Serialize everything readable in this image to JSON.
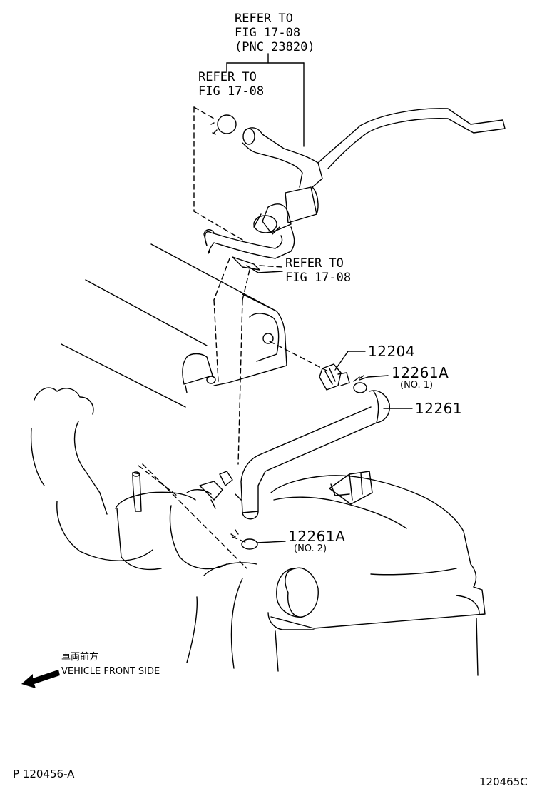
{
  "refs": {
    "top": {
      "line1": "REFER TO",
      "line2": "FIG 17-08",
      "line3": "(PNC 23820)"
    },
    "second": {
      "line1": "REFER TO",
      "line2": "FIG 17-08"
    },
    "third": {
      "line1": "REFER TO",
      "line2": "FIG 17-08"
    }
  },
  "parts": [
    {
      "number": "12204",
      "sub": ""
    },
    {
      "number": "12261A",
      "sub": "(NO. 1)"
    },
    {
      "number": "12261",
      "sub": ""
    },
    {
      "number": "12261A",
      "sub": "(NO. 2)"
    }
  ],
  "direction": {
    "japanese": "車両前方",
    "english": "VEHICLE FRONT SIDE"
  },
  "footer": {
    "left_code": "P 120456-A",
    "right_code": "120465C"
  },
  "colors": {
    "line": "#000000",
    "background": "#ffffff"
  },
  "icons": [
    "front-direction-arrow-icon"
  ]
}
